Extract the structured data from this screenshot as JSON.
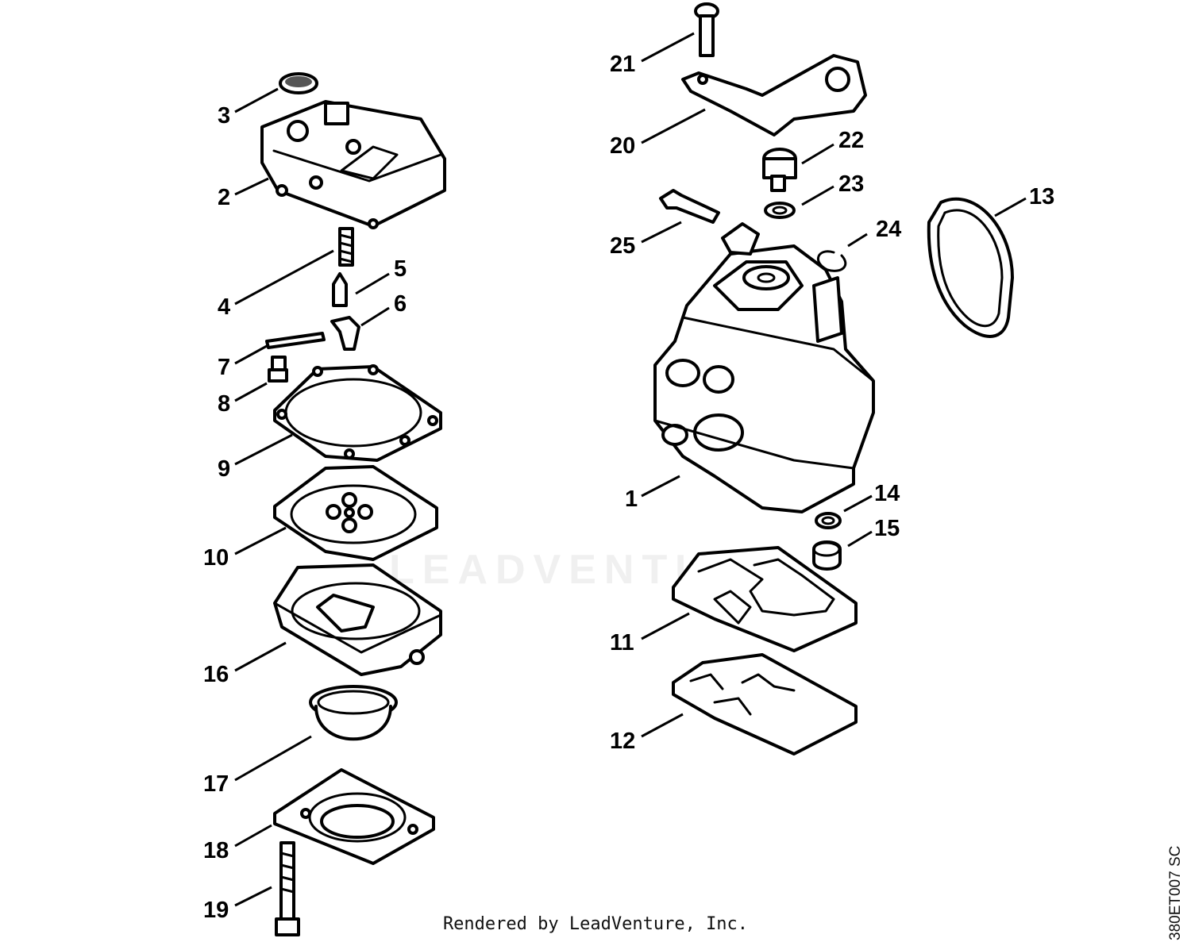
{
  "diagram": {
    "callouts": [
      {
        "id": "1",
        "label": "1"
      },
      {
        "id": "2",
        "label": "2"
      },
      {
        "id": "3",
        "label": "3"
      },
      {
        "id": "4",
        "label": "4"
      },
      {
        "id": "5",
        "label": "5"
      },
      {
        "id": "6",
        "label": "6"
      },
      {
        "id": "7",
        "label": "7"
      },
      {
        "id": "8",
        "label": "8"
      },
      {
        "id": "9",
        "label": "9"
      },
      {
        "id": "10",
        "label": "10"
      },
      {
        "id": "11",
        "label": "11"
      },
      {
        "id": "12",
        "label": "12"
      },
      {
        "id": "13",
        "label": "13"
      },
      {
        "id": "14",
        "label": "14"
      },
      {
        "id": "15",
        "label": "15"
      },
      {
        "id": "16",
        "label": "16"
      },
      {
        "id": "17",
        "label": "17"
      },
      {
        "id": "18",
        "label": "18"
      },
      {
        "id": "19",
        "label": "19"
      },
      {
        "id": "20",
        "label": "20"
      },
      {
        "id": "21",
        "label": "21"
      },
      {
        "id": "22",
        "label": "22"
      },
      {
        "id": "23",
        "label": "23"
      },
      {
        "id": "24",
        "label": "24"
      },
      {
        "id": "25",
        "label": "25"
      }
    ],
    "footer_text": "Rendered by LeadVenture, Inc.",
    "drawing_code": "380ET007 SC",
    "watermark": "LEADVENTURE"
  }
}
